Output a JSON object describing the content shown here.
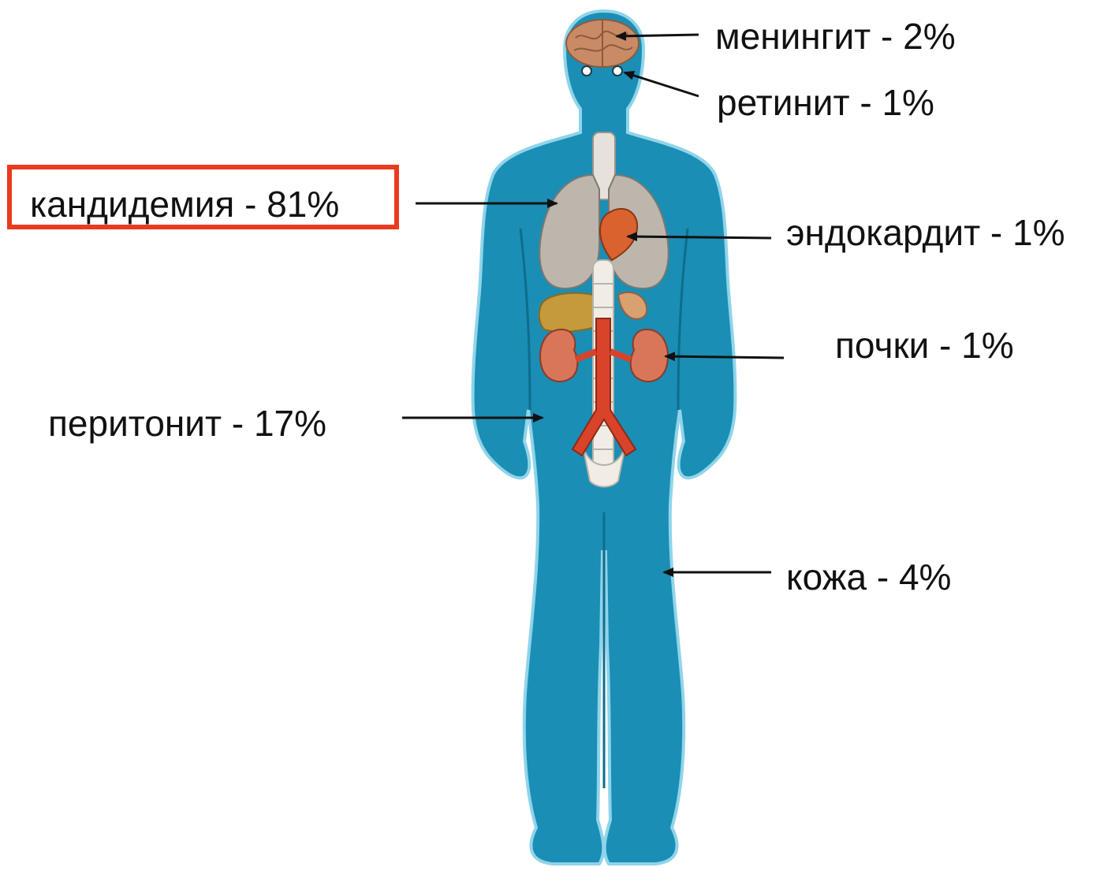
{
  "labels": {
    "meningitis": "менингит - 2%",
    "retinitis": "ретинит - 1%",
    "candidemia": "кандидемия - 81%",
    "endocarditis": "эндокардит - 1%",
    "kidneys": "почки - 1%",
    "peritonitis": "перитонит - 17%",
    "skin": "кожа - 4%"
  },
  "highlighted": "candidemia",
  "colors": {
    "body": "#1a8eb5",
    "body_outline": "#8fd4ea",
    "highlight": "#ea3a1f",
    "arrow": "#111111",
    "aorta": "#d8432a",
    "kidney": "#d9765a",
    "lung": "#bdb6ad",
    "brain": "#c98a66",
    "liver": "#c49a3c",
    "spine": "#f1ede6",
    "heart": "#d9622e"
  }
}
